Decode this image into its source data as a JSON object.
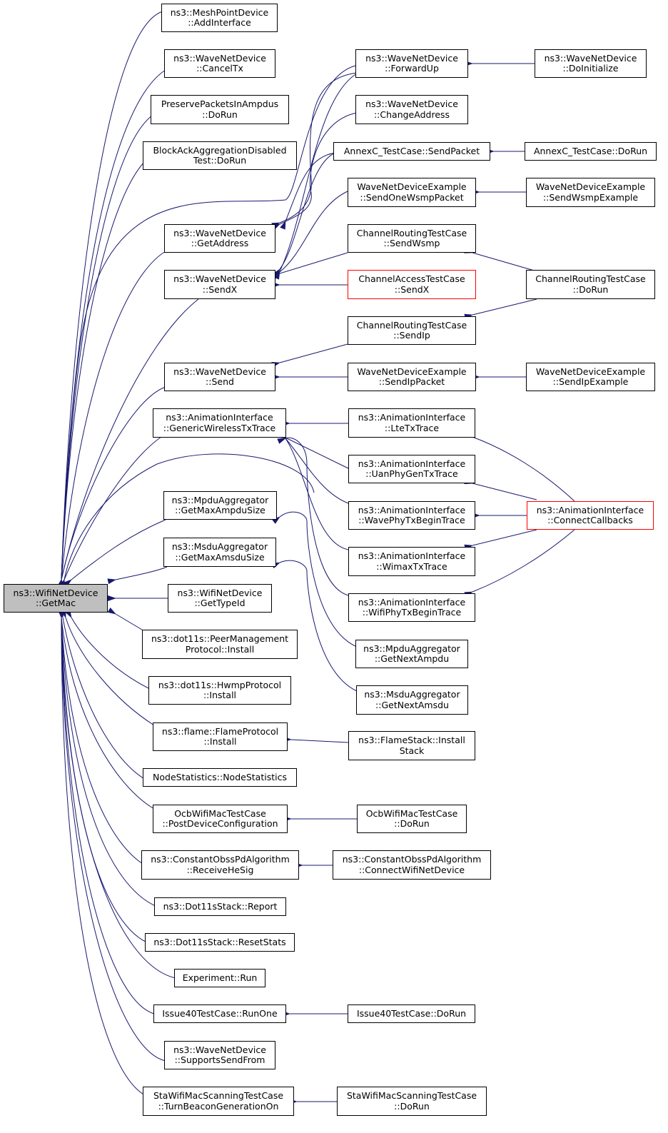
{
  "graph": {
    "root": {
      "l1": "ns3::WifiNetDevice",
      "l2": "::GetMac"
    },
    "callers": [
      {
        "l1": "ns3::MeshPointDevice",
        "l2": "::AddInterface"
      },
      {
        "l1": "ns3::WaveNetDevice",
        "l2": "::CancelTx"
      },
      {
        "l1": "PreservePacketsInAmpdus",
        "l2": "::DoRun"
      },
      {
        "l1": "BlockAckAggregationDisabled",
        "l2": "Test::DoRun"
      },
      {
        "l1": "ns3::WaveNetDevice",
        "l2": "::GetAddress"
      },
      {
        "l1": "ns3::WaveNetDevice",
        "l2": "::SendX"
      },
      {
        "l1": "ns3::WaveNetDevice",
        "l2": "::Send"
      },
      {
        "l1": "ns3::AnimationInterface",
        "l2": "::GenericWirelessTxTrace"
      },
      {
        "l1": "ns3::MpduAggregator",
        "l2": "::GetMaxAmpduSize"
      },
      {
        "l1": "ns3::MsduAggregator",
        "l2": "::GetMaxAmsduSize"
      },
      {
        "l1": "ns3::WifiNetDevice",
        "l2": "::GetTypeId"
      },
      {
        "l1": "ns3::dot11s::PeerManagement",
        "l2": "Protocol::Install"
      },
      {
        "l1": "ns3::dot11s::HwmpProtocol",
        "l2": "::Install"
      },
      {
        "l1": "ns3::flame::FlameProtocol",
        "l2": "::Install"
      },
      {
        "l1": "NodeStatistics::NodeStatistics",
        "l2": ""
      },
      {
        "l1": "OcbWifiMacTestCase",
        "l2": "::PostDeviceConfiguration"
      },
      {
        "l1": "ns3::ConstantObssPdAlgorithm",
        "l2": "::ReceiveHeSig"
      },
      {
        "l1": "ns3::Dot11sStack::Report",
        "l2": ""
      },
      {
        "l1": "ns3::Dot11sStack::ResetStats",
        "l2": ""
      },
      {
        "l1": "Experiment::Run",
        "l2": ""
      },
      {
        "l1": "Issue40TestCase::RunOne",
        "l2": ""
      },
      {
        "l1": "ns3::WaveNetDevice",
        "l2": "::SupportsSendFrom"
      },
      {
        "l1": "StaWifiMacScanningTestCase",
        "l2": "::TurnBeaconGenerationOn"
      }
    ],
    "level2": [
      {
        "l1": "ns3::WaveNetDevice",
        "l2": "::ForwardUp"
      },
      {
        "l1": "ns3::WaveNetDevice",
        "l2": "::ChangeAddress"
      },
      {
        "l1": "AnnexC_TestCase::SendPacket",
        "l2": ""
      },
      {
        "l1": "WaveNetDeviceExample",
        "l2": "::SendOneWsmpPacket"
      },
      {
        "l1": "ChannelRoutingTestCase",
        "l2": "::SendWsmp"
      },
      {
        "l1": "ChannelAccessTestCase",
        "l2": "::SendX"
      },
      {
        "l1": "ChannelRoutingTestCase",
        "l2": "::SendIp"
      },
      {
        "l1": "WaveNetDeviceExample",
        "l2": "::SendIpPacket"
      },
      {
        "l1": "ns3::AnimationInterface",
        "l2": "::LteTxTrace"
      },
      {
        "l1": "ns3::AnimationInterface",
        "l2": "::UanPhyGenTxTrace"
      },
      {
        "l1": "ns3::AnimationInterface",
        "l2": "::WavePhyTxBeginTrace"
      },
      {
        "l1": "ns3::AnimationInterface",
        "l2": "::WimaxTxTrace"
      },
      {
        "l1": "ns3::AnimationInterface",
        "l2": "::WifiPhyTxBeginTrace"
      },
      {
        "l1": "ns3::MpduAggregator",
        "l2": "::GetNextAmpdu"
      },
      {
        "l1": "ns3::MsduAggregator",
        "l2": "::GetNextAmsdu"
      },
      {
        "l1": "ns3::FlameStack::Install",
        "l2": "Stack"
      },
      {
        "l1": "OcbWifiMacTestCase",
        "l2": "::DoRun"
      },
      {
        "l1": "ns3::ConstantObssPdAlgorithm",
        "l2": "::ConnectWifiNetDevice"
      },
      {
        "l1": "Issue40TestCase::DoRun",
        "l2": ""
      },
      {
        "l1": "StaWifiMacScanningTestCase",
        "l2": "::DoRun"
      }
    ],
    "level3": [
      {
        "l1": "ns3::WaveNetDevice",
        "l2": "::DoInitialize"
      },
      {
        "l1": "AnnexC_TestCase::DoRun",
        "l2": ""
      },
      {
        "l1": "WaveNetDeviceExample",
        "l2": "::SendWsmpExample"
      },
      {
        "l1": "ChannelRoutingTestCase",
        "l2": "::DoRun"
      },
      {
        "l1": "WaveNetDeviceExample",
        "l2": "::SendIpExample"
      },
      {
        "l1": "ns3::AnimationInterface",
        "l2": "::ConnectCallbacks"
      }
    ],
    "colors": {
      "edge": "#191970",
      "root_fill": "#bfbfbf",
      "truncated_border": "#ff0000"
    }
  }
}
